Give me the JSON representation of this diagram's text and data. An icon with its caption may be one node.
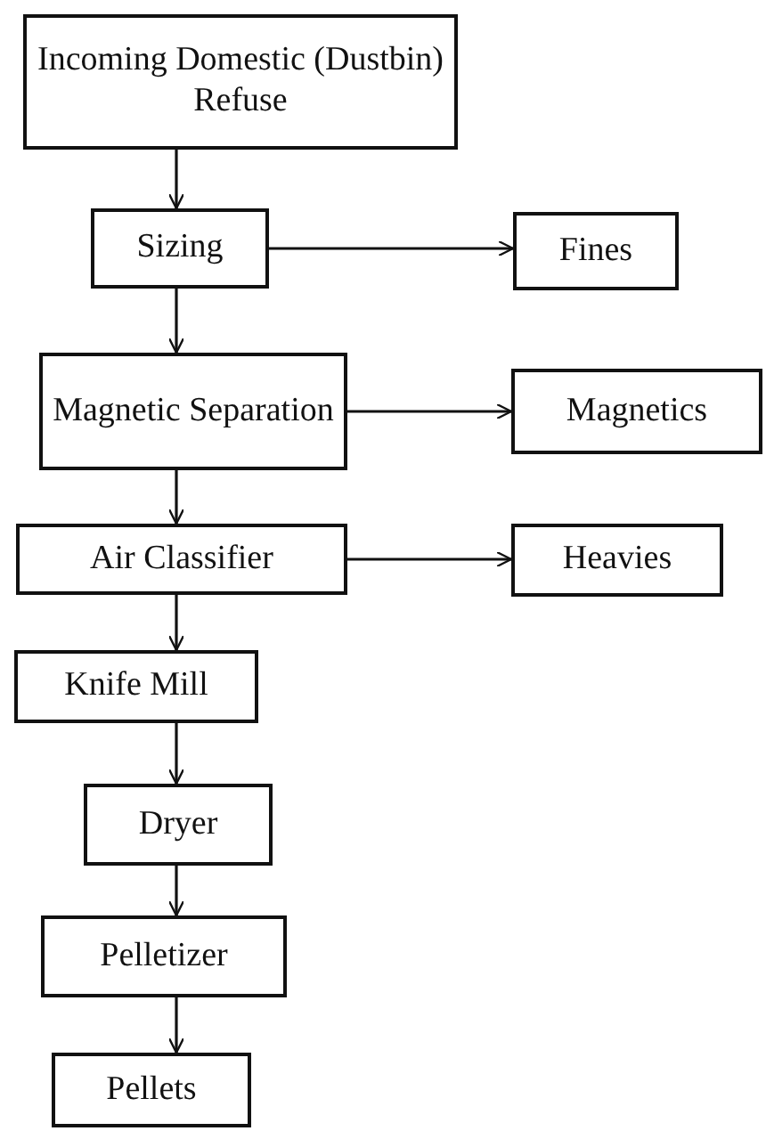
{
  "diagram": {
    "nodes": [
      {
        "text": [
          "Incoming Domestic (Dustbin) Refuse"
        ]
      },
      {
        "text": [
          "Sizing"
        ]
      },
      {
        "text": [
          "Fines"
        ]
      },
      {
        "text": [
          "Magnetic Separation"
        ]
      },
      {
        "text": [
          "Magnetics"
        ]
      },
      {
        "text": [
          "Air Classifier"
        ]
      },
      {
        "text": [
          "Heavies"
        ]
      },
      {
        "text": [
          "Knife Mill"
        ]
      },
      {
        "text": [
          "Dryer"
        ]
      },
      {
        "text": [
          "Pelletizer"
        ]
      },
      {
        "text": [
          "Pellets"
        ]
      }
    ],
    "edges": [
      {
        "from": 0,
        "to": 1,
        "arrow": "to"
      },
      {
        "from": 1,
        "to": 2,
        "arrow": "to"
      },
      {
        "from": 1,
        "to": 3,
        "arrow": "to"
      },
      {
        "from": 3,
        "to": 4,
        "arrow": "to"
      },
      {
        "from": 3,
        "to": 5,
        "arrow": "to"
      },
      {
        "from": 5,
        "to": 6,
        "arrow": "to"
      },
      {
        "from": 5,
        "to": 7,
        "arrow": "to"
      },
      {
        "from": 7,
        "to": 8,
        "arrow": "to"
      },
      {
        "from": 8,
        "to": 9,
        "arrow": "to"
      },
      {
        "from": 9,
        "to": 10,
        "arrow": "to"
      }
    ]
  }
}
